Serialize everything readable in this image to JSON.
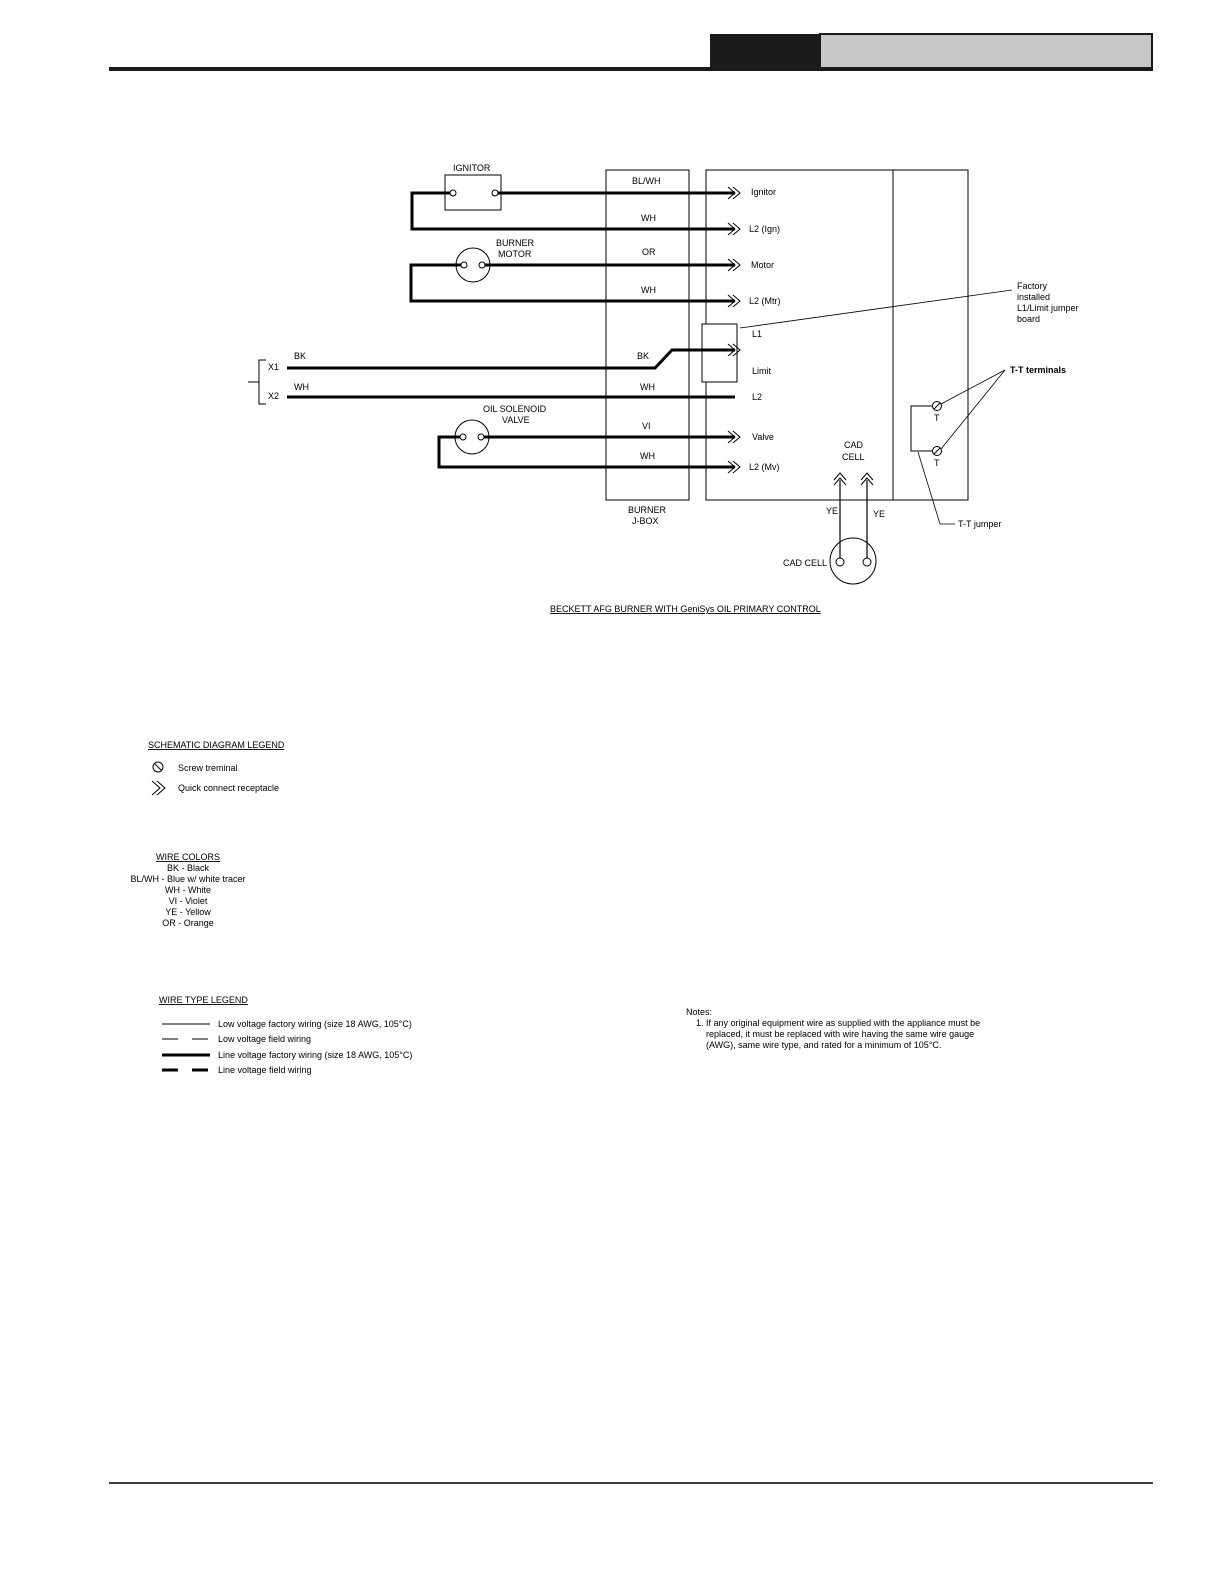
{
  "header": {
    "tab_dark": "",
    "tab_light": ""
  },
  "diagram": {
    "ignitor": "IGNITOR",
    "burner_motor": [
      "BURNER",
      "MOTOR"
    ],
    "oil_solenoid_valve": [
      "OIL SOLENOID",
      "VALVE"
    ],
    "transformer": {
      "x1": "X1",
      "x2": "X2"
    },
    "wire_labels": {
      "bl_wh": "BL/WH",
      "wh": "WH",
      "or": "OR",
      "bk": "BK",
      "vi": "VI",
      "ye": "YE"
    },
    "terminals": {
      "ignitor": "Ignitor",
      "l2_ign": "L2 (Ign)",
      "motor": "Motor",
      "l2_mtr": "L2 (Mtr)",
      "l1": "L1",
      "limit": "Limit",
      "l2": "L2",
      "valve": "Valve",
      "l2_mv": "L2 (Mv)"
    },
    "jbox": [
      "BURNER",
      "J-BOX"
    ],
    "cad_cell_top": [
      "CAD",
      "CELL"
    ],
    "cad_cell": "CAD CELL",
    "factory_note": [
      "Factory",
      "installed",
      "L1/Limit jumper",
      "board"
    ],
    "tt_terminals": "T-T terminals",
    "t": "T",
    "tt_jumper": "T-T jumper",
    "caption": "BECKETT AFG BURNER WITH GeniSys OIL PRIMARY CONTROL"
  },
  "schematic_legend": {
    "title": "SCHEMATIC DIAGRAM LEGEND",
    "items": [
      {
        "icon": "screw-terminal-icon",
        "label": "Screw treminal"
      },
      {
        "icon": "quick-connect-icon",
        "label": "Quick connect receptacle"
      }
    ]
  },
  "wire_colors": {
    "title": "WIRE COLORS",
    "items": [
      "BK - Black",
      "BL/WH - Blue w/ white tracer",
      "WH - White",
      "VI - Violet",
      "YE - Yellow",
      "OR - Orange"
    ]
  },
  "wire_type_legend": {
    "title": "WIRE TYPE LEGEND",
    "items": [
      "Low voltage factory wiring (size 18 AWG, 105°C)",
      "Low voltage field wiring",
      "Line voltage factory wiring (size 18 AWG, 105°C)",
      "Line voltage field wiring"
    ]
  },
  "notes": {
    "title": "Notes:",
    "lines": [
      "1. If any original equipment wire as supplied with the appliance must be",
      "replaced, it must be replaced with wire having the same wire gauge",
      "(AWG), same wire type, and rated for a minimum of 105°C."
    ]
  }
}
